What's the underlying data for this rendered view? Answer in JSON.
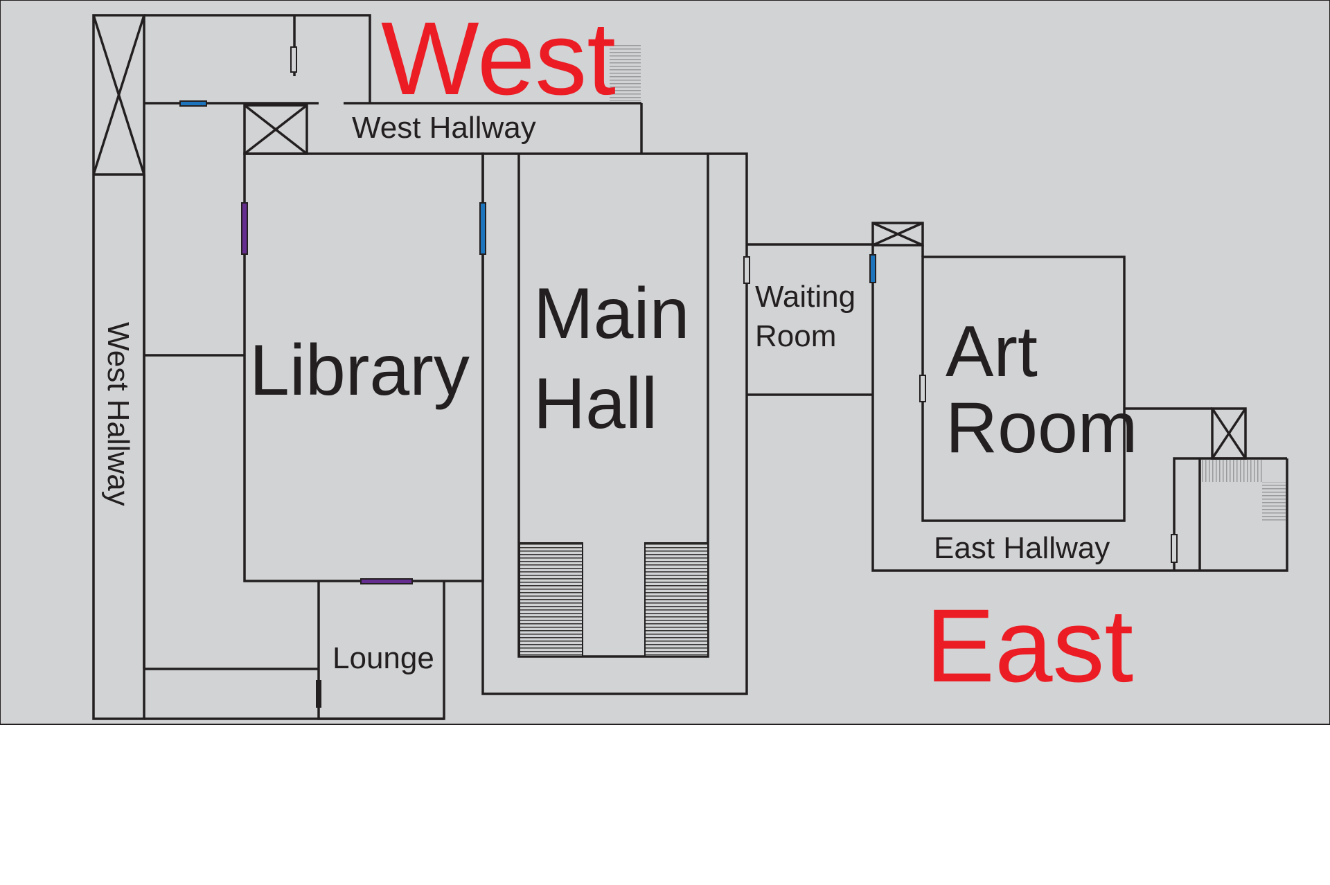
{
  "map": {
    "compass": {
      "west": "West",
      "east": "East"
    },
    "rooms": {
      "library": "Library",
      "main_hall_line1": "Main",
      "main_hall_line2": "Hall",
      "waiting_room_line1": "Waiting",
      "waiting_room_line2": "Room",
      "art_room_line1": "Art",
      "art_room_line2": "Room",
      "lounge": "Lounge"
    },
    "hallways": {
      "west_top": "West Hallway",
      "west_side": "West Hallway",
      "east": "East Hallway"
    },
    "colors": {
      "background": "#d1d3d4",
      "walls": "#231f20",
      "direction_text": "#ec1c24",
      "door_blue": "#1c75bc",
      "door_purple": "#662d91"
    }
  }
}
